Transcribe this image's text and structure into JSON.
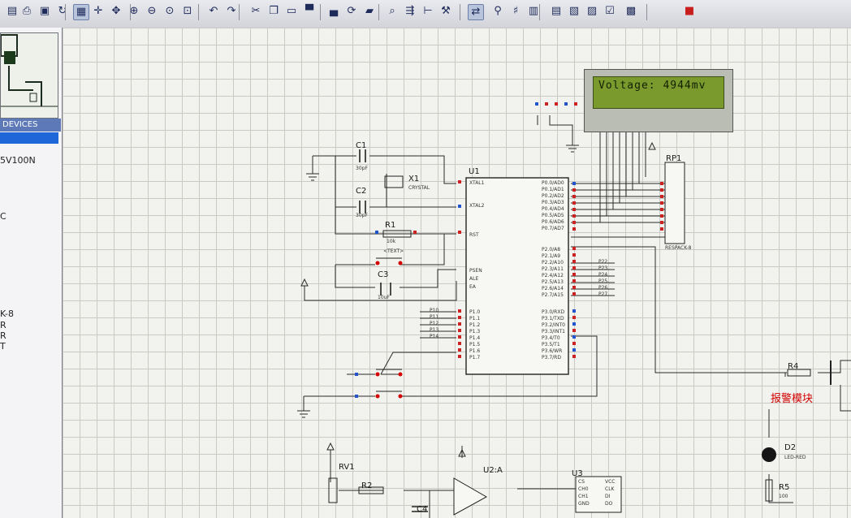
{
  "toolbar": {
    "buttons": [
      "open-icon",
      "print-icon",
      "page-icon",
      "refresh-icon",
      "grid-icon",
      "origin-icon",
      "pan-icon",
      "zoom-in-icon",
      "zoom-out-icon",
      "zoom-all-icon",
      "zoom-area-icon",
      "undo-icon",
      "redo-icon",
      "cut-icon",
      "copy-icon",
      "paste-icon",
      "block-copy-icon",
      "block-move-icon",
      "block-rotate-icon",
      "block-delete-icon",
      "pick-device-icon",
      "make-device-icon",
      "packaging-icon",
      "decompose-icon",
      "wire-autorouter-icon",
      "search-tag-icon",
      "property-assign-icon",
      "new-sheet-icon",
      "remove-sheet-icon",
      "goto-sheet-icon",
      "bom-icon",
      "erc-icon",
      "netlist-icon",
      "ares-icon"
    ]
  },
  "sidebar": {
    "header": "DEVICES",
    "items": [
      "5V100N",
      "C",
      "K-8",
      "R",
      "R",
      "T"
    ]
  },
  "lcd": {
    "text": "Voltage: 4944mv"
  },
  "components": {
    "c1": "C1",
    "c1_val": "30pF",
    "c2": "C2",
    "c2_val": "30pF",
    "x1": "X1",
    "x1_val": "CRYSTAL",
    "r1": "R1",
    "r1_val": "10k",
    "c3": "C3",
    "c3_val": "10uF",
    "u1": "U1",
    "rp1": "RP1",
    "rp1_val": "RESPACK-8",
    "r4": "R4",
    "d2": "D2",
    "d2_val": "LED-RED",
    "r5": "R5",
    "r5_val": "100",
    "rv1": "RV1",
    "r2": "R2",
    "c4": "C4",
    "u2a": "U2:A",
    "u3": "U3",
    "alarm_module": "报警模块",
    "text_placeholder": "<TEXT>"
  },
  "u1_left_pins": [
    "XTAL1",
    "XTAL2",
    "RST",
    "PSEN",
    "ALE",
    "EA",
    "P1.0",
    "P1.1",
    "P1.2",
    "P1.3",
    "P1.4",
    "P1.5",
    "P1.6",
    "P1.7"
  ],
  "u1_right_pins": [
    "P0.0/AD0",
    "P0.1/AD1",
    "P0.2/AD2",
    "P0.3/AD3",
    "P0.4/AD4",
    "P0.5/AD5",
    "P0.6/AD6",
    "P0.7/AD7",
    "P2.0/A8",
    "P2.1/A9",
    "P2.2/A10",
    "P2.3/A11",
    "P2.4/A12",
    "P2.5/A13",
    "P2.6/A14",
    "P2.7/A15",
    "P3.0/RXD",
    "P3.1/TXD",
    "P3.2/INT0",
    "P3.3/INT1",
    "P3.4/T0",
    "P3.5/T1",
    "P3.6/WR",
    "P3.7/RD"
  ],
  "p1_nets": [
    "P10",
    "P11",
    "P12",
    "P13",
    "P14"
  ],
  "p2_nets": [
    "P22",
    "P23",
    "P24",
    "P25",
    "P26",
    "P27"
  ],
  "u3_pins": {
    "left": [
      "CS",
      "CH0",
      "CH1",
      "GND"
    ],
    "right": [
      "VCC",
      "CLK",
      "DI",
      "DO"
    ]
  }
}
